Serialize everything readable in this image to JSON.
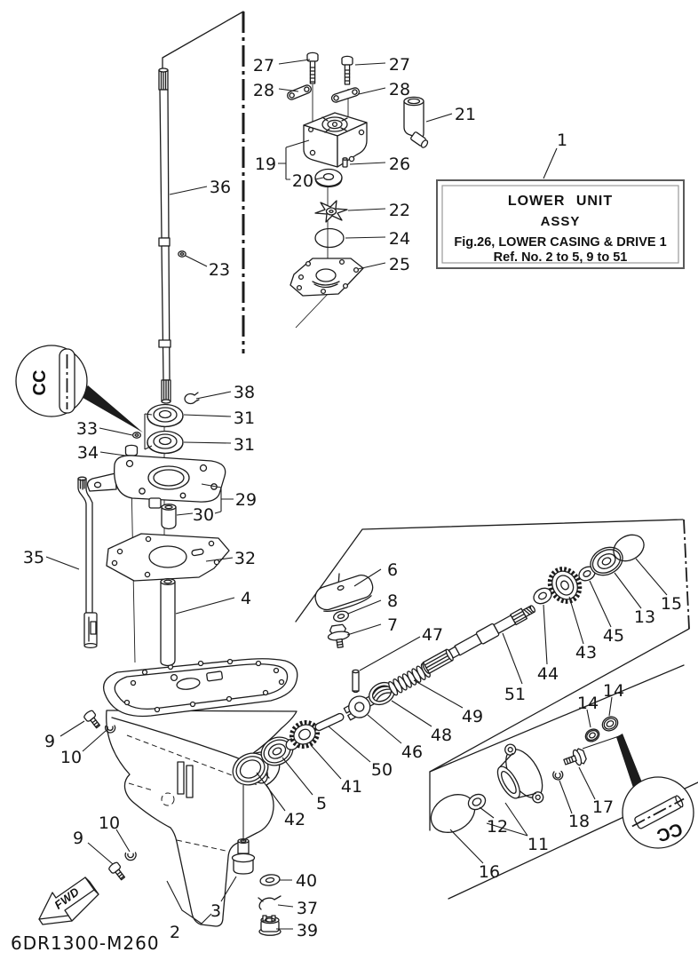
{
  "diagram": {
    "type": "exploded-parts-diagram",
    "figure_box": {
      "title_line1": "LOWER UNIT",
      "title_line2": "ASSY",
      "figure_caption": "Fig.26, LOWER CASING & DRIVE 1",
      "ref_note": "Ref. No. 2 to 5, 9 to 51"
    },
    "drawing_code": "6DR1300-M260",
    "fwd_label": "FWD",
    "detail_markings": {
      "left": "CC",
      "right": "CC"
    },
    "callouts": {
      "n1": "1",
      "n2": "2",
      "n3": "3",
      "n4": "4",
      "n5": "5",
      "n6": "6",
      "n7": "7",
      "n8": "8",
      "n9a": "9",
      "n9b": "9",
      "n10a": "10",
      "n10b": "10",
      "n11": "11",
      "n12": "12",
      "n13": "13",
      "n14a": "14",
      "n14b": "14",
      "n15": "15",
      "n16": "16",
      "n17": "17",
      "n18": "18",
      "n19": "19",
      "n20": "20",
      "n21": "21",
      "n22": "22",
      "n23": "23",
      "n24": "24",
      "n25": "25",
      "n26": "26",
      "n27a": "27",
      "n27b": "27",
      "n28a": "28",
      "n28b": "28",
      "n29": "29",
      "n30": "30",
      "n31a": "31",
      "n31b": "31",
      "n32": "32",
      "n33": "33",
      "n34": "34",
      "n35": "35",
      "n36": "36",
      "n37": "37",
      "n38": "38",
      "n39": "39",
      "n40": "40",
      "n41": "41",
      "n42": "42",
      "n43": "43",
      "n44": "44",
      "n45": "45",
      "n46": "46",
      "n47": "47",
      "n48": "48",
      "n49": "49",
      "n50": "50",
      "n51": "51"
    }
  }
}
